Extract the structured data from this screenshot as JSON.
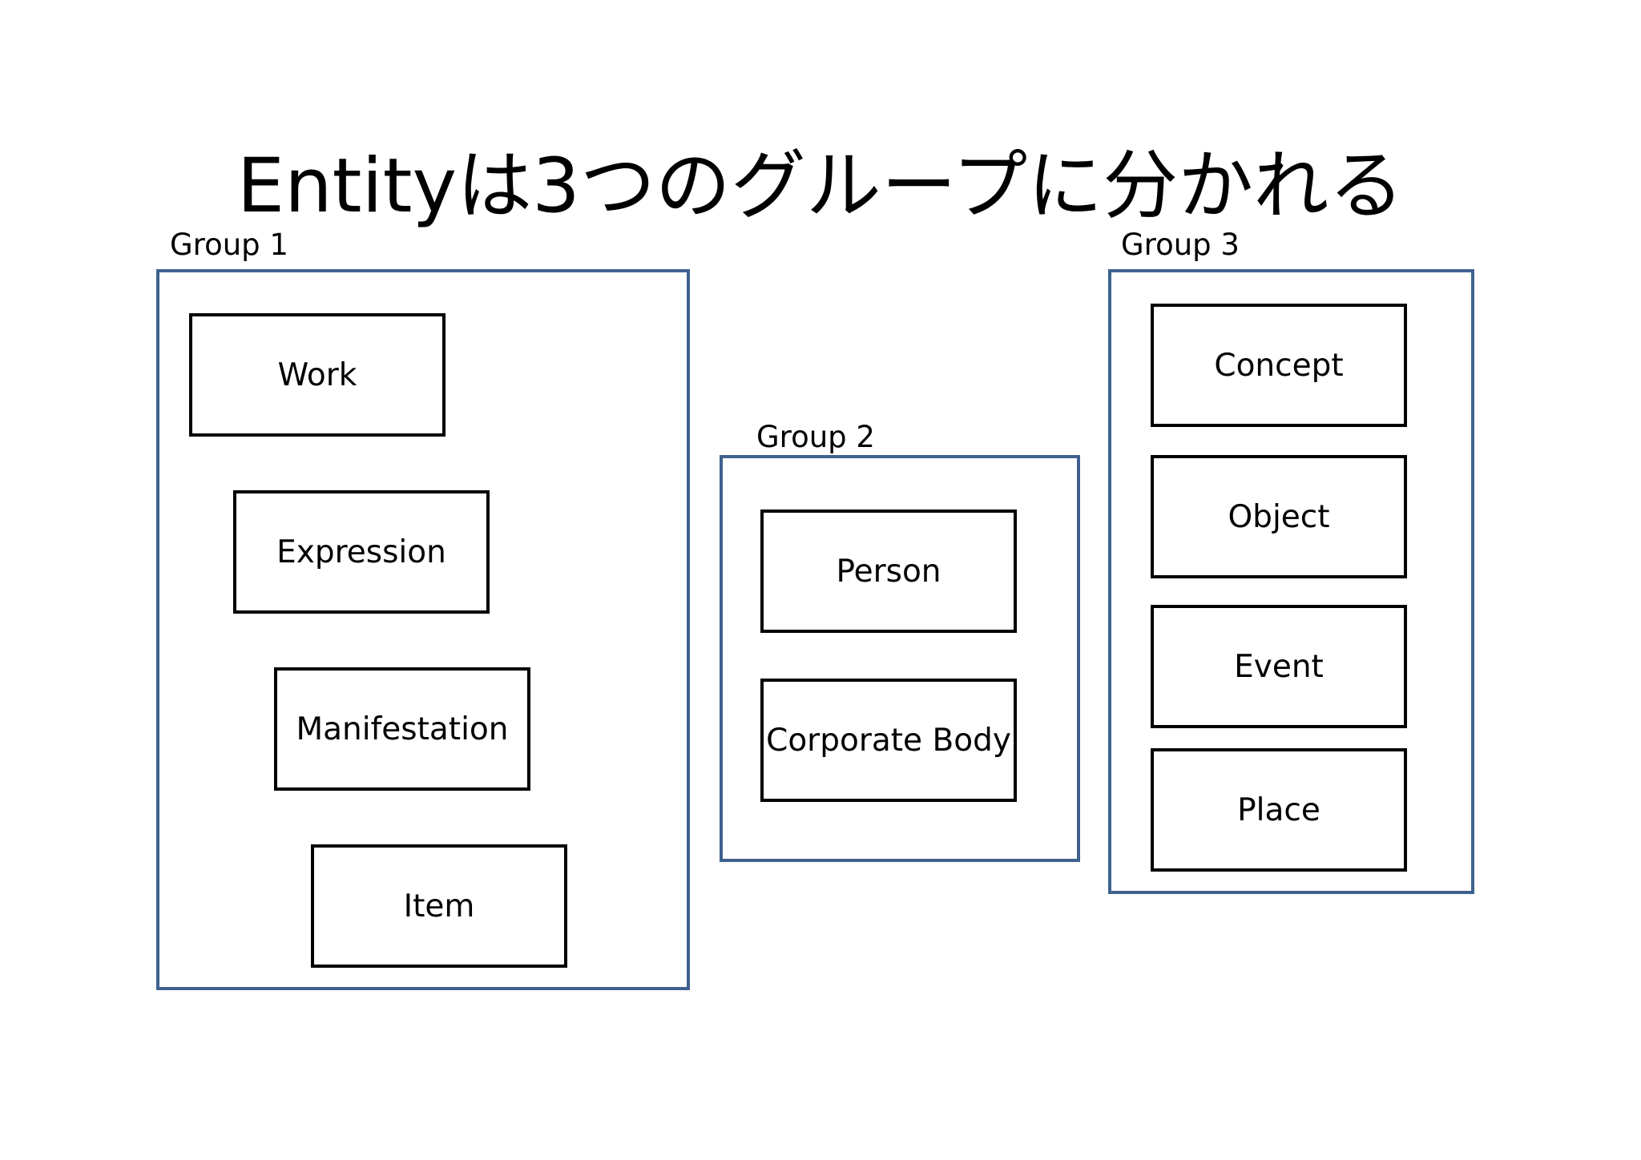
{
  "title": "Entityは3つのグループに分かれる",
  "groups": [
    {
      "label": "Group 1",
      "entities": [
        "Work",
        "Expression",
        "Manifestation",
        "Item"
      ]
    },
    {
      "label": "Group 2",
      "entities": [
        "Person",
        "Corporate Body"
      ]
    },
    {
      "label": "Group 3",
      "entities": [
        "Concept",
        "Object",
        "Event",
        "Place"
      ]
    }
  ],
  "colors": {
    "group_border": "#3f6190",
    "entity_border": "#000000",
    "background": "#ffffff"
  }
}
